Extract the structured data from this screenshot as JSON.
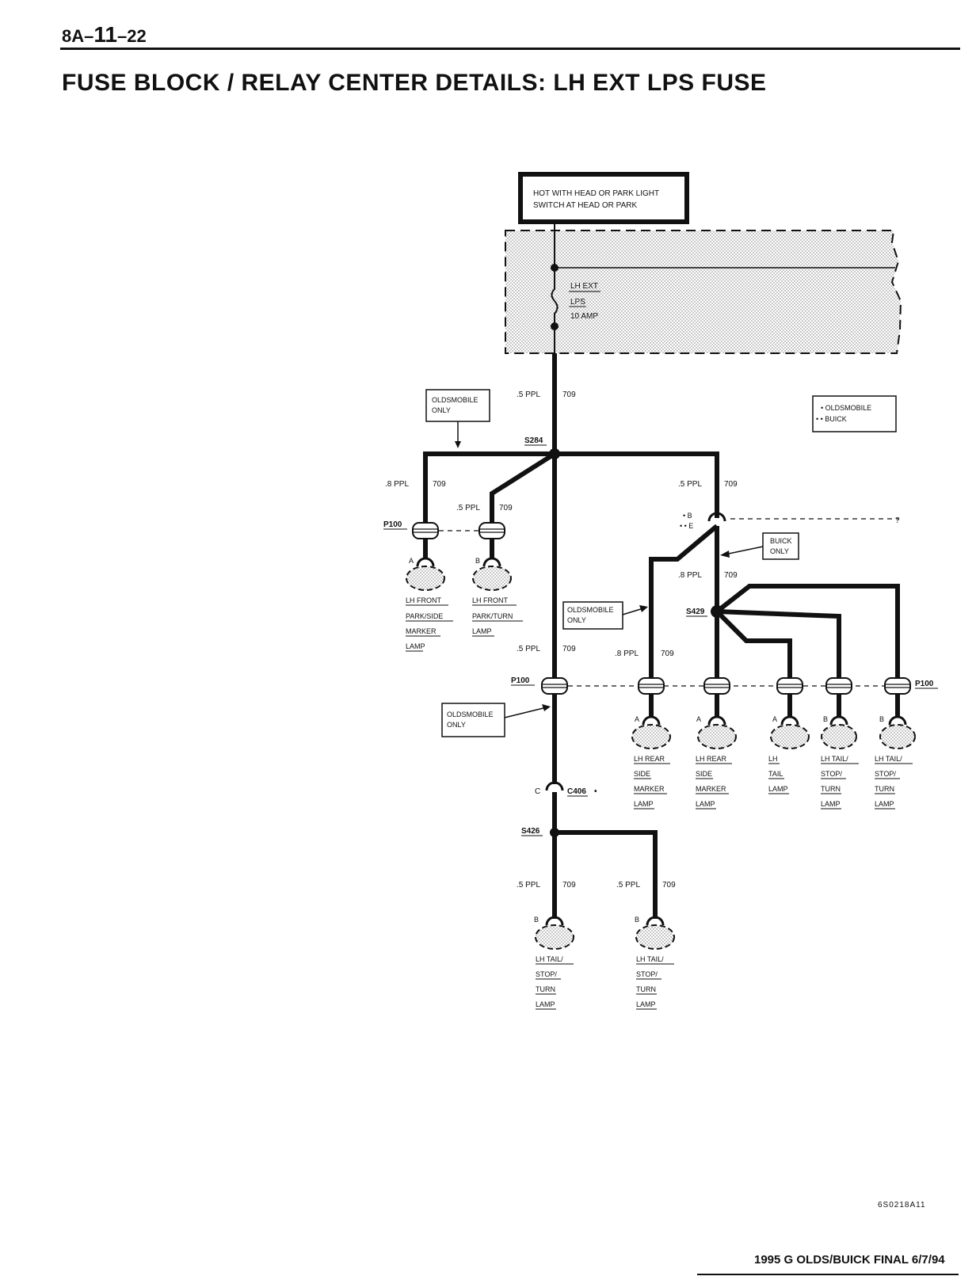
{
  "header": {
    "page_prefix": "8A–",
    "page_mid": "11",
    "page_suffix": "–22",
    "title": "FUSE BLOCK / RELAY CENTER DETAILS:  LH EXT LPS FUSE"
  },
  "source": {
    "line1": "HOT WITH HEAD OR PARK LIGHT",
    "line2": "SWITCH AT HEAD OR PARK"
  },
  "fuse": {
    "line1": "LH EXT",
    "line2": "LPS",
    "line3": "10 AMP"
  },
  "legend": {
    "line1": "• OLDSMOBILE",
    "line2": "• • BUICK"
  },
  "notes": {
    "olds_top": [
      "OLDSMOBILE",
      "ONLY"
    ],
    "buick": [
      "BUICK",
      "ONLY"
    ],
    "olds_mid": [
      "OLDSMOBILE",
      "ONLY"
    ],
    "olds_low": [
      "OLDSMOBILE",
      "ONLY"
    ]
  },
  "splices": {
    "s284": "S284",
    "s429": "S429",
    "s426": "S426"
  },
  "connectors": {
    "p100_left": "P100",
    "p100_mid": "P100",
    "p100_right": "P100",
    "c406": "C406",
    "c406_mark": "•",
    "c406_pin": "C"
  },
  "wires": {
    "trunk_top": {
      "gauge": ".5 PPL",
      "circuit": "709"
    },
    "left_a": {
      "gauge": ".8 PPL",
      "circuit": "709"
    },
    "left_b": {
      "gauge": ".5 PPL",
      "circuit": "709"
    },
    "right_main": {
      "gauge": ".5 PPL",
      "circuit": "709"
    },
    "right_lower": {
      "gauge": ".8 PPL",
      "circuit": "709"
    },
    "trunk_mid": {
      "gauge": ".5 PPL",
      "circuit": "709"
    },
    "olds_rear": {
      "gauge": ".8 PPL",
      "circuit": "709"
    },
    "bottom_left": {
      "gauge": ".5 PPL",
      "circuit": "709"
    },
    "bottom_right": {
      "gauge": ".5 PPL",
      "circuit": "709"
    }
  },
  "dual_connector": {
    "pin_b": "• B",
    "pin_e": "• • E"
  },
  "lamps": {
    "front_side": {
      "pin": "A",
      "lines": [
        "LH FRONT",
        "PARK/SIDE",
        "MARKER",
        "LAMP"
      ]
    },
    "front_turn": {
      "pin": "B",
      "lines": [
        "LH FRONT",
        "PARK/TURN",
        "LAMP"
      ]
    },
    "rear_side_1": {
      "pin": "A",
      "lines": [
        "LH REAR",
        "SIDE",
        "MARKER",
        "LAMP"
      ]
    },
    "rear_side_2": {
      "pin": "A",
      "lines": [
        "LH REAR",
        "SIDE",
        "MARKER",
        "LAMP"
      ]
    },
    "tail": {
      "pin": "A",
      "lines": [
        "LH",
        "TAIL",
        "LAMP"
      ]
    },
    "stop_1": {
      "pin": "B",
      "lines": [
        "LH TAIL/",
        "STOP/",
        "TURN",
        "LAMP"
      ]
    },
    "stop_2": {
      "pin": "B",
      "lines": [
        "LH TAIL/",
        "STOP/",
        "TURN",
        "LAMP"
      ]
    },
    "bottom_1": {
      "pin": "B",
      "lines": [
        "LH TAIL/",
        "STOP/",
        "TURN",
        "LAMP"
      ]
    },
    "bottom_2": {
      "pin": "B",
      "lines": [
        "LH TAIL/",
        "STOP/",
        "TURN",
        "LAMP"
      ]
    }
  },
  "figure_id": "6S0218A11",
  "footer": "1995 G OLDS/BUICK FINAL  6/7/94"
}
